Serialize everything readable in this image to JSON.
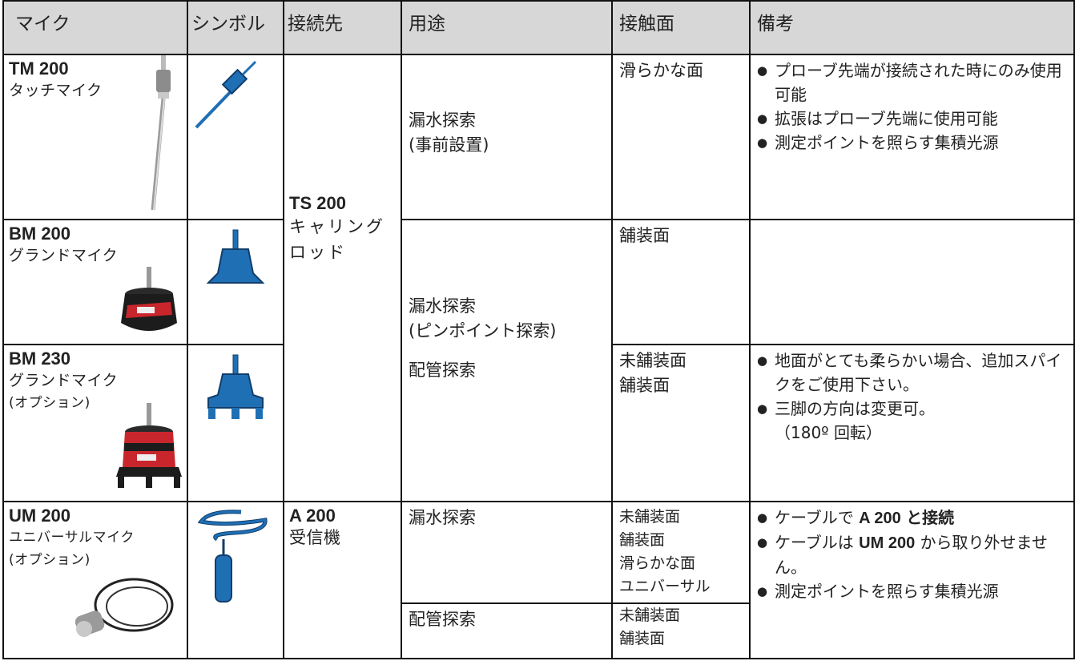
{
  "headers": {
    "mic": "マイク",
    "symbol": "シンボル",
    "connection": "接続先",
    "purpose": "用途",
    "surface": "接触面",
    "remarks": "備考"
  },
  "rows": {
    "tm200": {
      "name": "TM 200",
      "type": "タッチマイク"
    },
    "bm200": {
      "name": "BM 200",
      "type": "グランドマイク"
    },
    "bm230": {
      "name": "BM 230",
      "type": "グランドマイク",
      "option": "(オプション)"
    },
    "um200": {
      "name": "UM 200",
      "type": "ユニバーサルマイク",
      "option": "(オプション)"
    }
  },
  "connections": {
    "ts200": {
      "name": "TS 200",
      "line1": "キャリング",
      "line2": "ロッド"
    },
    "a200": {
      "name": "A 200",
      "line1": "受信機"
    }
  },
  "purposes": {
    "leak_pre": {
      "line1": "漏水探索",
      "line2": "(事前設置)"
    },
    "leak_pin": {
      "line1": "漏水探索",
      "line2": "(ピンポイント探索)",
      "line3": "配管探索"
    },
    "leak": "漏水探索",
    "pipe": "配管探索"
  },
  "surfaces": {
    "tm200": [
      "滑らかな面"
    ],
    "bm200": [
      "舗装面"
    ],
    "bm230": [
      "未舗装面",
      "舗装面"
    ],
    "um200_leak": [
      "未舗装面",
      "舗装面",
      "滑らかな面",
      "ユニバーサル"
    ],
    "um200_pipe": [
      "未舗装面",
      "舗装面"
    ]
  },
  "remarks": {
    "tm200": [
      "プローブ先端が接続された時にのみ使用可能",
      "拡張はプローブ先端に使用可能",
      "測定ポイントを照らす集積光源"
    ],
    "bm230": {
      "note1": "地面がとても柔らかい場合、追加スパイクをご使用下さい。",
      "note2": "三脚の方向は変更可。",
      "note2b": "（180º 回転）"
    },
    "um200": {
      "note1_pre": "ケーブルで",
      "note1_bold": "A 200",
      "note1_post": "と接続",
      "note2_pre": "ケーブルは",
      "note2_bold": "UM 200",
      "note2_post": "から取り外せません。",
      "note3": "測定ポイントを照らす集積光源"
    }
  },
  "colors": {
    "header_bg": "#d7d7d7",
    "symbol_blue": "#1f6fb5",
    "symbol_stroke": "#123e6a",
    "border": "#111111"
  }
}
